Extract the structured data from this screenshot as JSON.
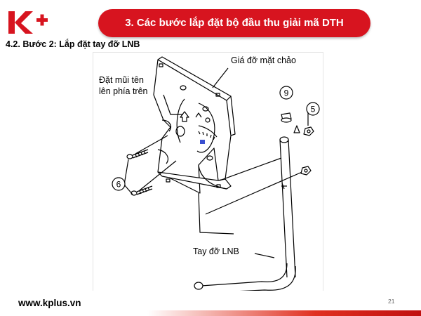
{
  "logo": {
    "letter": "K",
    "plus": "+",
    "color": "#d7141f"
  },
  "header": {
    "title": "3. Các bước lắp đặt bộ đầu thu giải mã DTH"
  },
  "section": {
    "subtitle": "4.2. Bước 2: Lắp đặt tay đỡ LNB"
  },
  "diagram": {
    "labels": {
      "dish_bracket": "Giá đỡ mặt chảo",
      "arrow_note_line1": "Đặt mũi tên",
      "arrow_note_line2": "lên phía trên",
      "lnb_arm": "Tay đỡ LNB"
    },
    "part_numbers": {
      "cap": "9",
      "nut": "5",
      "screws": "6"
    }
  },
  "footer": {
    "website": "www.kplus.vn",
    "page": "21"
  },
  "colors": {
    "accent": "#d7141f"
  }
}
